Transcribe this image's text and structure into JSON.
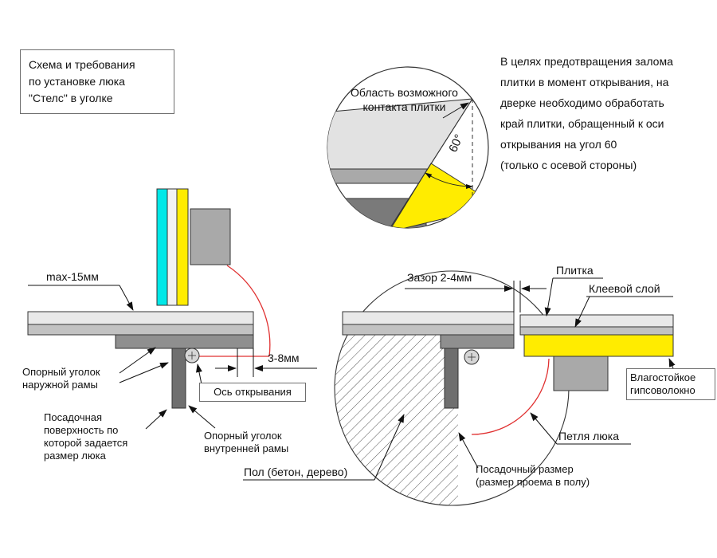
{
  "colors": {
    "tile_cyan": "#00e8e8",
    "gypsum_yellow": "#ffec00",
    "tile_light_gray": "#e9e9e9",
    "glue_gray": "#c2c2c2",
    "hinge_block_gray": "#a9a9a9",
    "outer_frame_gray": "#8f8f8f",
    "inner_frame_gray": "#6f6f6f",
    "swing_red": "#e03030"
  },
  "title_box": {
    "text": "Схема и требования\nпо установке люка\n\"Стелс\" в уголке"
  },
  "note": {
    "text": "В целях предотвращения залома\nплитки в момент открывания, на\nдверке необходимо обработать\nкрай плитки, обращенный к оси\nоткрывания на угол 60\n(только с осевой стороны)"
  },
  "detail_view": {
    "label": "Область возможного\nконтакта плитки",
    "angle_label": "60°"
  },
  "left_view": {
    "max_offset": "max-15мм",
    "outer_corner": "Опорный уголок\nнаружной рамы",
    "axis": "Ось открывания",
    "gap": "3-8мм",
    "seating_surface": "Посадочная\nповерхность по\nкоторой задается\nразмер люка",
    "inner_corner": "Опорный уголок\nвнутренней рамы"
  },
  "right_view": {
    "gap": "Зазор 2-4мм",
    "tile": "Плитка",
    "glue": "Клеевой слой",
    "gypsum": "Влагостойкое\nгипсоволокно",
    "hinge": "Петля люка",
    "floor": "Пол (бетон, дерево)",
    "seating_size": "Посадочный размер\n(размер проема в полу)"
  }
}
